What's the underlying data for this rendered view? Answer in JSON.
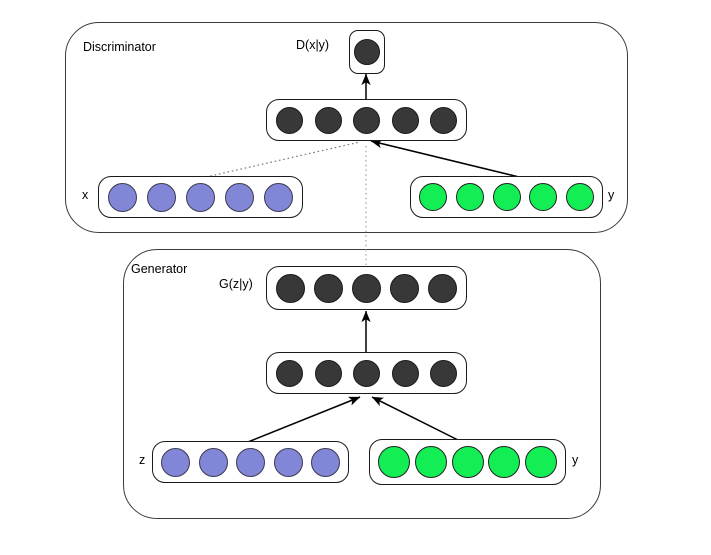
{
  "diagram": {
    "type": "conditional-gan-architecture",
    "colors": {
      "node_dark": "#383838",
      "node_blue": "#8286d6",
      "node_green": "#12ee54",
      "outline": "#1a1a1a",
      "module_outline": "#3a3a42",
      "background": "#ffffff"
    },
    "modules": [
      {
        "id": "discriminator",
        "title": "Discriminator",
        "output_label": "D(x|y)",
        "output_nodes": 1,
        "hidden_nodes": 5,
        "inputs": [
          {
            "id": "x",
            "label": "x",
            "nodes": 5,
            "color": "blue"
          },
          {
            "id": "y",
            "label": "y",
            "nodes": 5,
            "color": "green"
          }
        ]
      },
      {
        "id": "generator",
        "title": "Generator",
        "output_label": "G(z|y)",
        "output_nodes": 5,
        "hidden_nodes": 5,
        "inputs": [
          {
            "id": "z",
            "label": "z",
            "nodes": 5,
            "color": "blue"
          },
          {
            "id": "y",
            "label": "y",
            "nodes": 5,
            "color": "green"
          }
        ]
      }
    ],
    "connections": [
      {
        "from": "discriminator-hidden",
        "to": "discriminator-output",
        "style": "solid-arrow"
      },
      {
        "from": "x-input",
        "to": "discriminator-hidden",
        "style": "dotted"
      },
      {
        "from": "y-input-discriminator",
        "to": "discriminator-hidden",
        "style": "solid-arrow"
      },
      {
        "from": "generator-output",
        "to": "discriminator-hidden",
        "style": "dotted-vertical"
      },
      {
        "from": "generator-hidden",
        "to": "generator-output",
        "style": "solid-arrow"
      },
      {
        "from": "z-input",
        "to": "generator-hidden",
        "style": "solid-arrow"
      },
      {
        "from": "y-input-generator",
        "to": "generator-hidden",
        "style": "solid-arrow"
      }
    ]
  }
}
